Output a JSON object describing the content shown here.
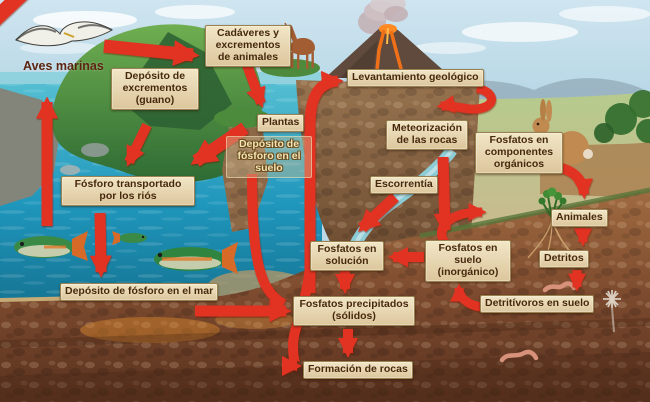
{
  "labels": {
    "aves": "Aves marinas",
    "guano": "Depósito de excrementos (guano)",
    "cadaveres": "Cadáveres y excrementos de animales",
    "levantamiento": "Levantamiento geológico",
    "plantas": "Plantas",
    "deposito_suelo": "Depósito de fósforo en el suelo",
    "meteorizacion": "Meteorización de las rocas",
    "componentes": "Fosfatos en componentes orgánicos",
    "escorrentia": "Escorrentía",
    "rios": "Fósforo transportado por los riós",
    "solucion": "Fosfatos en solución",
    "suelo_inorganico": "Fosfatos en suelo (inorgánico)",
    "animales": "Animales",
    "detritos": "Detritos",
    "mar": "Depósito de fósforo en el mar",
    "detritivoros": "Detritívoros en suelo",
    "precipitados": "Fosfatos precipitados (sólidos)",
    "formacion": "Formación de rocas"
  },
  "edges": [
    {
      "from": "mar",
      "to": "aves"
    },
    {
      "from": "aves",
      "to": "cadaveres"
    },
    {
      "from": "cadaveres",
      "to": "plantas"
    },
    {
      "from": "guano",
      "to": "rios"
    },
    {
      "from": "deposito_suelo",
      "to": "rios"
    },
    {
      "from": "rios",
      "to": "mar"
    },
    {
      "from": "deposito_suelo",
      "to": "precipitados"
    },
    {
      "from": "mar",
      "to": "precipitados"
    },
    {
      "from": "precipitados",
      "to": "levantamiento"
    },
    {
      "from": "precipitados",
      "to": "formacion"
    },
    {
      "from": "solucion",
      "to": "precipitados"
    },
    {
      "from": "levantamiento",
      "to": "meteorizacion"
    },
    {
      "from": "meteorizacion",
      "to": "suelo_inorganico"
    },
    {
      "from": "escorrentia",
      "to": "solucion"
    },
    {
      "from": "suelo_inorganico",
      "to": "solucion"
    },
    {
      "from": "suelo_inorganico",
      "to": "componentes"
    },
    {
      "from": "componentes",
      "to": "animales"
    },
    {
      "from": "animales",
      "to": "detritos"
    },
    {
      "from": "detritos",
      "to": "detritivoros"
    },
    {
      "from": "detritivoros",
      "to": "suelo_inorganico"
    }
  ],
  "scene": {
    "illustrations": [
      "seabird",
      "island-with-mountain",
      "sea-with-fish",
      "erupting-volcano",
      "deer",
      "rabbit",
      "river",
      "plant-with-roots",
      "worms",
      "underground-soil",
      "dandelion-starburst"
    ],
    "colors": {
      "arrow_red": "#e23122",
      "box_background": "#e9d9b4",
      "box_text": "#46290d",
      "sea": "#1f8fb4",
      "soil": "#7c4a2e"
    }
  }
}
